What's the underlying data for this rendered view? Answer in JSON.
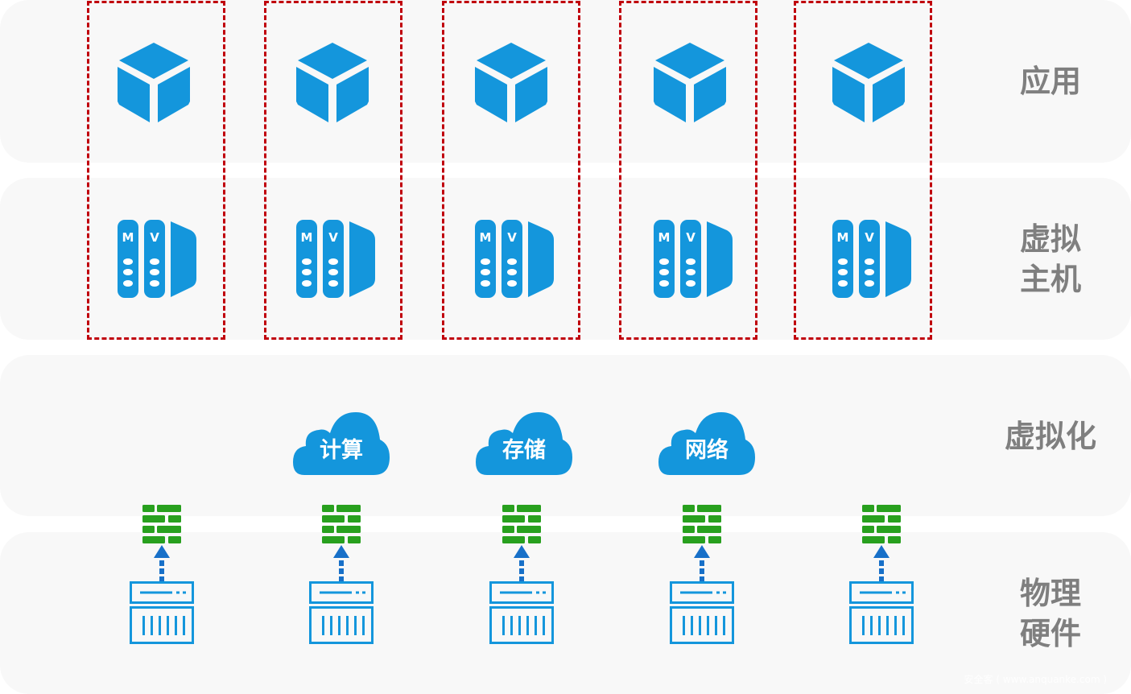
{
  "layers": [
    {
      "id": "application",
      "label": "应用"
    },
    {
      "id": "virtual-host",
      "label": "虚拟\n主机"
    },
    {
      "id": "virtualization",
      "label": "虚拟化"
    },
    {
      "id": "physical-hardware",
      "label": "物理\n硬件"
    }
  ],
  "vm_icon": {
    "left_label": "M",
    "right_label": "V"
  },
  "clouds": [
    {
      "label": "计算"
    },
    {
      "label": "存储"
    },
    {
      "label": "网络"
    }
  ],
  "columns_count": 5,
  "colors": {
    "icon_blue": "#1496dc",
    "firewall_green": "#28a01e",
    "arrow_blue": "#1870c8",
    "dashed_red": "#c0000c",
    "label_gray": "#7f7f7f",
    "layer_bg": "#f8f8f8"
  },
  "watermark": "安全客 ( www.anquanke.com )"
}
